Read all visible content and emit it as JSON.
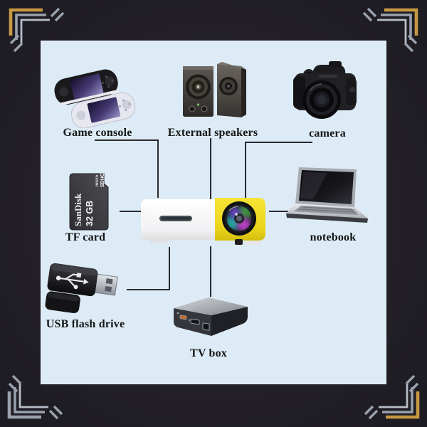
{
  "nodes": {
    "game_console": {
      "label": "Game console"
    },
    "external_speakers": {
      "label": "External speakers"
    },
    "camera": {
      "label": "camera"
    },
    "tf_card": {
      "label": "TF card",
      "brand": "SanDisk",
      "capacity": "32 GB",
      "format_micro": "micro",
      "format_sdhc": "SDHC"
    },
    "notebook": {
      "label": "notebook"
    },
    "usb_flash_drive": {
      "label": "USB flash drive"
    },
    "tv_box": {
      "label": "TV box"
    }
  },
  "colors": {
    "outer_background": "#221f27",
    "panel_background": "#dcebf5",
    "connector_line": "#2a2a2e",
    "label_text": "#151515",
    "corner_gold": "#c79843",
    "corner_gray": "#9aa2ae",
    "projector_yellow": "#eed61e"
  }
}
